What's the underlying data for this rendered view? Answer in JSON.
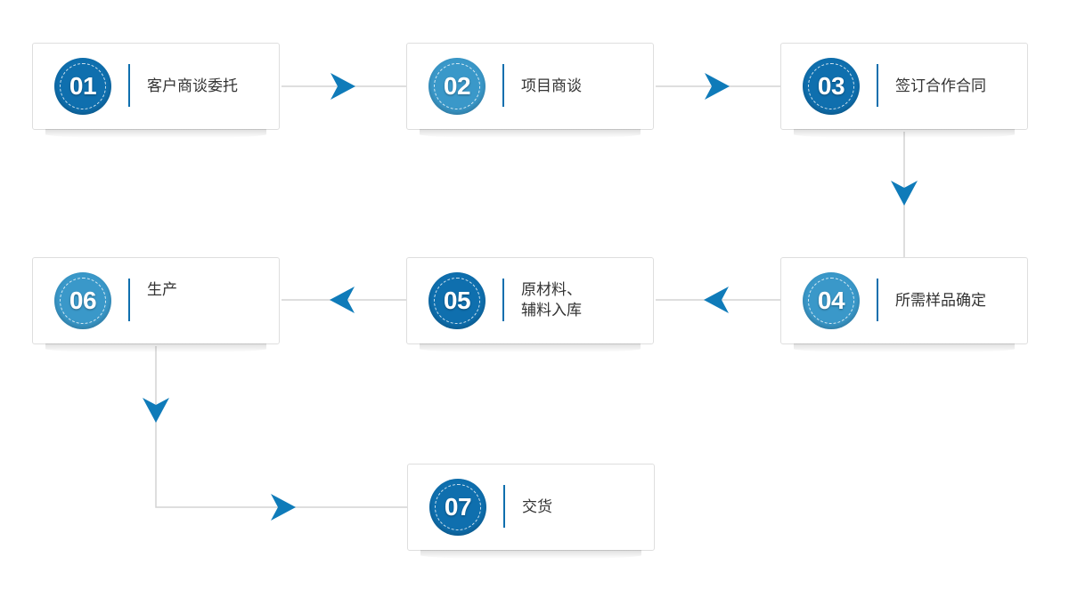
{
  "steps": [
    {
      "number": "01",
      "label": "客户商谈委托",
      "badge_color": "#0f6fae"
    },
    {
      "number": "02",
      "label": "项目商谈",
      "badge_color": "#3a98c9"
    },
    {
      "number": "03",
      "label": "签订合作合同",
      "badge_color": "#0f6fae"
    },
    {
      "number": "04",
      "label": "所需样品确定",
      "badge_color": "#3a98c9"
    },
    {
      "number": "05",
      "label_line1": "原材料、",
      "label_line2": "辅料入库",
      "badge_color": "#0f6fae"
    },
    {
      "number": "06",
      "label": "生产",
      "badge_color": "#3a98c9"
    },
    {
      "number": "07",
      "label": "交货",
      "badge_color": "#0f6fae"
    }
  ],
  "colors": {
    "accent": "#0f6fae",
    "accent_light": "#3a98c9",
    "arrow": "#0f7bb9",
    "connector": "#d4d4d4"
  }
}
